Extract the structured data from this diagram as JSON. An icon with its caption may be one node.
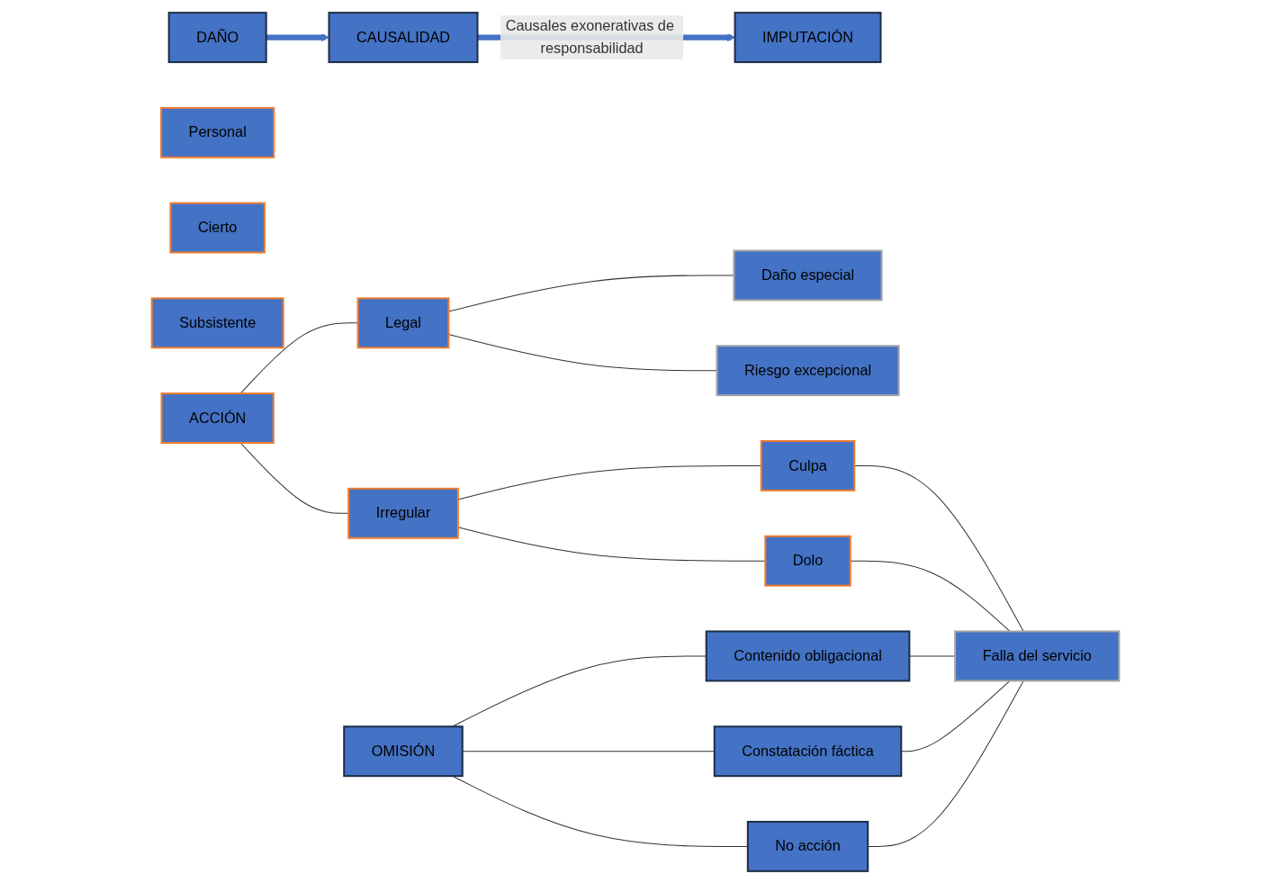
{
  "diagram": {
    "nodes": [
      {
        "text": [
          "DAÑO"
        ]
      },
      {
        "text": [
          "CAUSALIDAD"
        ]
      },
      {
        "text": [
          "IMPUTACIÓN"
        ]
      },
      {
        "text": [
          "Personal"
        ]
      },
      {
        "text": [
          "Cierto"
        ]
      },
      {
        "text": [
          "Subsistente"
        ]
      },
      {
        "text": [
          "ACCIÓN"
        ]
      },
      {
        "text": [
          "Legal"
        ]
      },
      {
        "text": [
          "Irregular"
        ]
      },
      {
        "text": [
          "Daño especial"
        ]
      },
      {
        "text": [
          "Riesgo excepcional"
        ]
      },
      {
        "text": [
          "Culpa"
        ]
      },
      {
        "text": [
          "Dolo"
        ]
      },
      {
        "text": [
          "OMISIÓN"
        ]
      },
      {
        "text": [
          "Contenido obligacional"
        ]
      },
      {
        "text": [
          "Constatación fáctica"
        ]
      },
      {
        "text": [
          "No acción"
        ]
      },
      {
        "text": [
          "Falla del servicio"
        ]
      }
    ],
    "edges": [
      {
        "from": 0,
        "to": 1,
        "arrow": "to",
        "style": "thick",
        "color": "#4472c4"
      },
      {
        "from": 1,
        "to": 2,
        "arrow": "to",
        "label": "Causales exonerativas de responsabilidad",
        "style": "thick",
        "color": "#4472c4"
      },
      {
        "from": 6,
        "to": 7,
        "arrow": "none"
      },
      {
        "from": 6,
        "to": 8,
        "arrow": "none"
      },
      {
        "from": 7,
        "to": 9,
        "arrow": "none"
      },
      {
        "from": 7,
        "to": 10,
        "arrow": "none"
      },
      {
        "from": 8,
        "to": 11,
        "arrow": "none"
      },
      {
        "from": 8,
        "to": 12,
        "arrow": "none"
      },
      {
        "from": 13,
        "to": 14,
        "arrow": "none"
      },
      {
        "from": 13,
        "to": 15,
        "arrow": "none"
      },
      {
        "from": 13,
        "to": 16,
        "arrow": "none"
      },
      {
        "from": 11,
        "to": 17,
        "arrow": "none"
      },
      {
        "from": 12,
        "to": 17,
        "arrow": "none"
      },
      {
        "from": 14,
        "to": 17,
        "arrow": "none"
      },
      {
        "from": 15,
        "to": 17,
        "arrow": "none"
      },
      {
        "from": 16,
        "to": 17,
        "arrow": "none"
      }
    ]
  }
}
